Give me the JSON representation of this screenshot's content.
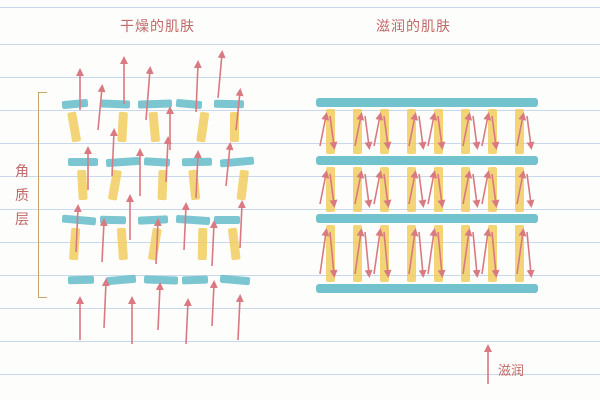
{
  "titles": {
    "dry": "干燥的肌肤",
    "moist": "滋润的肌肤"
  },
  "side_label": [
    "角",
    "质",
    "层"
  ],
  "legend": {
    "label": "滋润"
  },
  "colors": {
    "cell": "#5ab8c6",
    "lipid": "#f1cc5e",
    "arrow": "#d97a82",
    "text": "#c06a6a",
    "bracket": "#c9a46a"
  }
}
